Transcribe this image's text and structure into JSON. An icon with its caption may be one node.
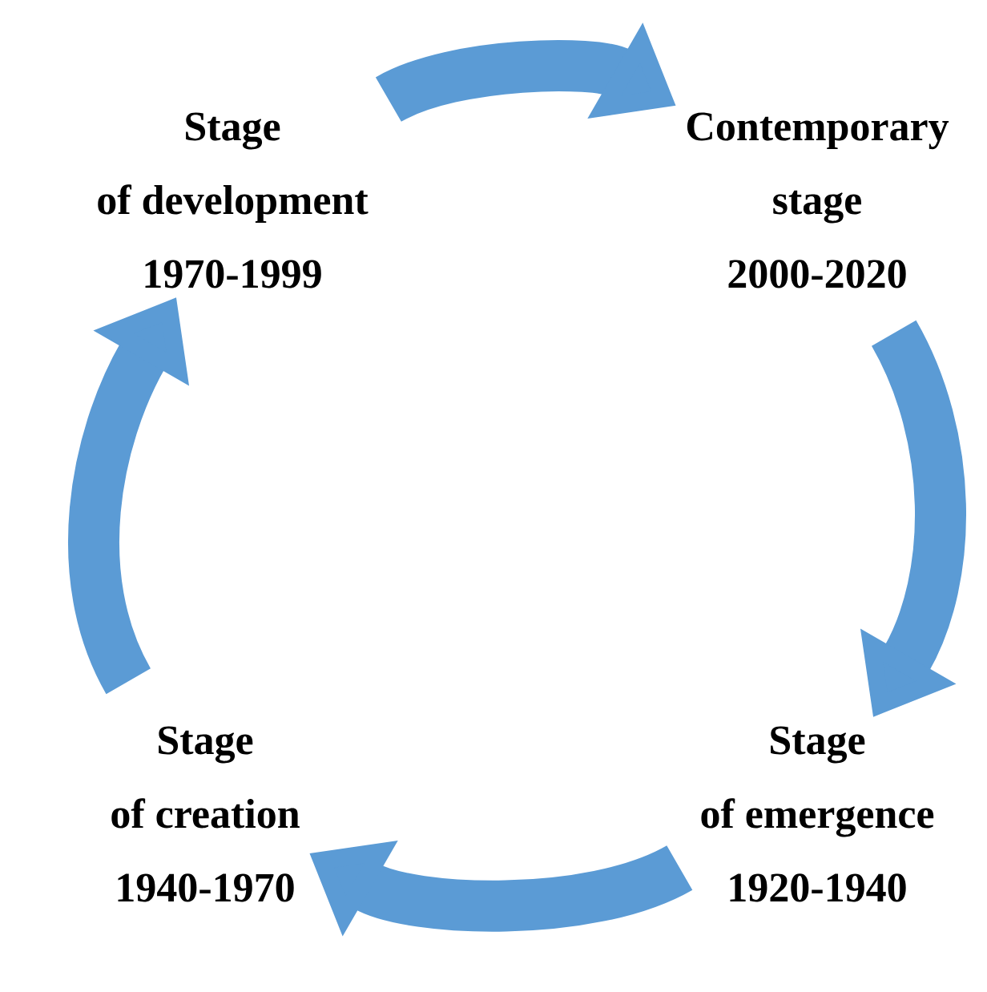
{
  "diagram": {
    "nodes": [
      {
        "text": [
          "Stage",
          "of development",
          "1970-1999"
        ]
      },
      {
        "text": [
          "Contemporary",
          "stage",
          "2000-2020"
        ]
      },
      {
        "text": [
          "Stage",
          "of creation",
          "1940-1970"
        ]
      },
      {
        "text": [
          "Stage",
          "of emergence",
          "1920-1940"
        ]
      }
    ],
    "edges": [
      {
        "from": 0,
        "to": 1,
        "arrow": "to"
      },
      {
        "from": 1,
        "to": 3,
        "arrow": "to"
      },
      {
        "from": 3,
        "to": 2,
        "arrow": "to"
      },
      {
        "from": 2,
        "to": 0,
        "arrow": "to"
      }
    ]
  }
}
